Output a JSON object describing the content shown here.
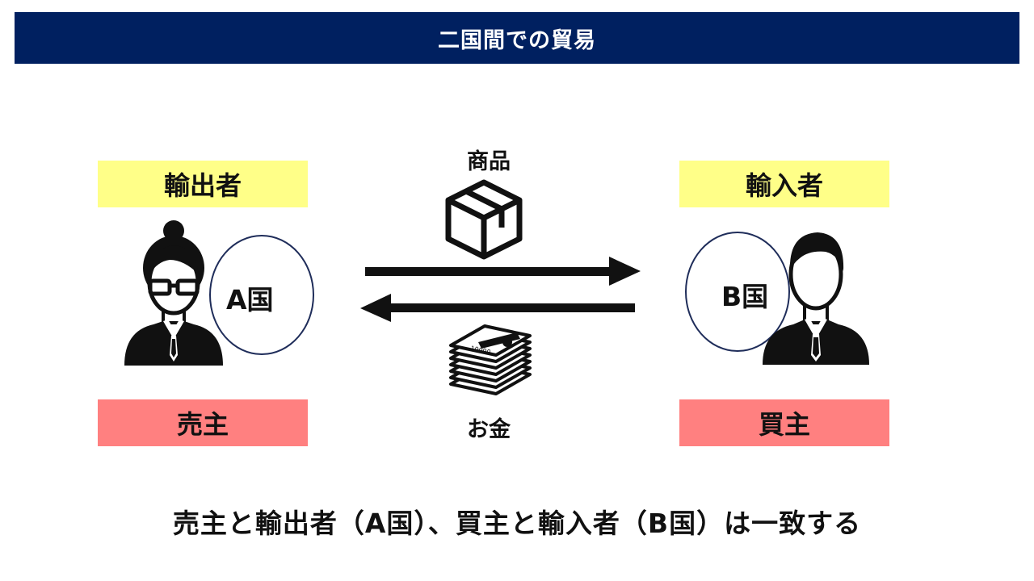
{
  "title": "二国間での貿易",
  "left": {
    "role_top": "輸出者",
    "role_bottom": "売主",
    "country": "A国"
  },
  "right": {
    "role_top": "輸入者",
    "role_bottom": "買主",
    "country": "B国"
  },
  "flows": {
    "goods_label": "商品",
    "money_label": "お金",
    "money_note_text": "10000"
  },
  "caption": "売主と輸出者（A国）、買主と輸入者（B国）は一致する",
  "colors": {
    "title_bar": "#002060",
    "role_top_bg": "#FFFF88",
    "role_bottom_bg": "#FF8080",
    "circle_outline": "#1F2D5A"
  },
  "icons": {
    "seller": "woman-with-glasses-icon",
    "buyer": "man-in-suit-icon",
    "goods": "package-box-icon",
    "money": "banknote-stack-icon"
  }
}
